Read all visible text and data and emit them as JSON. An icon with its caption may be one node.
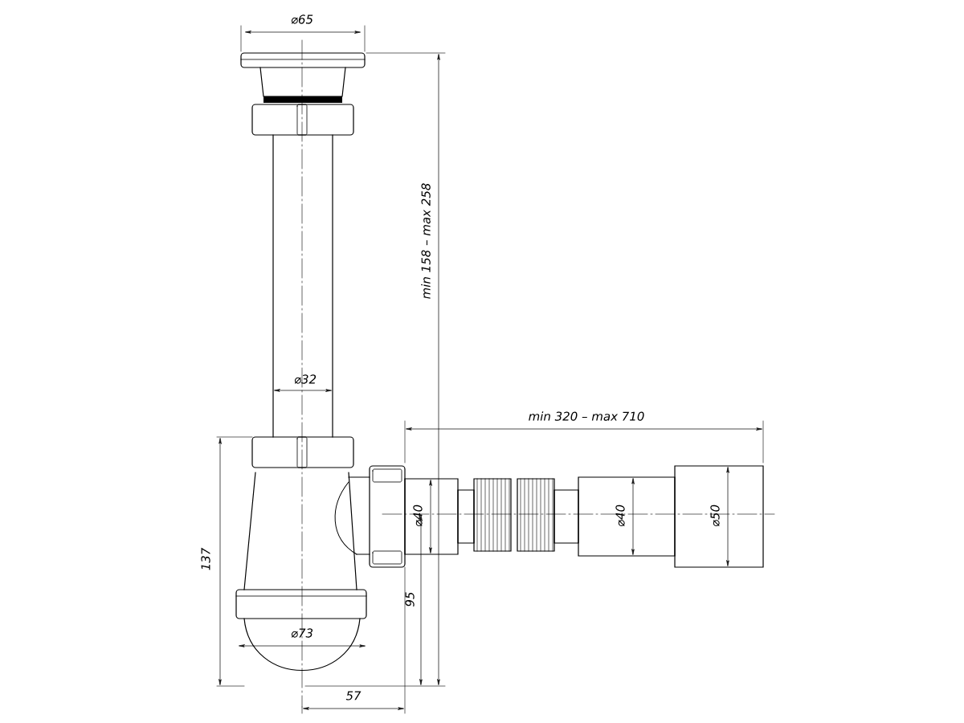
{
  "diagram": {
    "labels": [
      "⌀65",
      "min 158 – max 258",
      "⌀32",
      "min 320 – max 710",
      "⌀40",
      "⌀40",
      "⌀50",
      "137",
      "95",
      "⌀73",
      "57"
    ]
  }
}
